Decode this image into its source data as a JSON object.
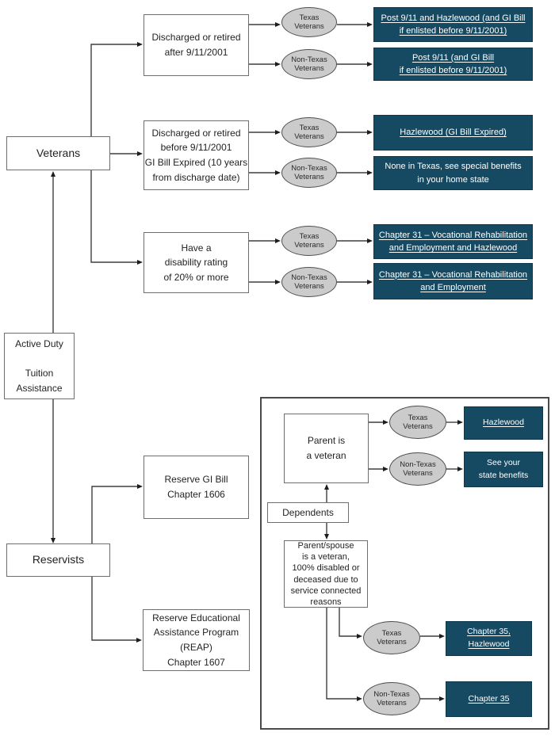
{
  "colors": {
    "navy": "#164a63",
    "oval_fill": "#cbcbcb",
    "line": "#3f3f3f"
  },
  "nodes": {
    "veterans": "Veterans",
    "active_duty": "Active Duty\n\nTuition\nAssistance",
    "reservists": "Reservists"
  },
  "conditions": {
    "after911": "Discharged or retired\nafter 9/11/2001",
    "before911": "Discharged or retired\nbefore 9/11/2001\nGI Bill Expired (10 years\nfrom discharge date)",
    "disability": "Have a\ndisability rating\nof 20% or more",
    "reserve_gi_bill": "Reserve GI Bill\nChapter 1606",
    "reap": "Reserve Educational\nAssistance Program\n(REAP)\nChapter 1607"
  },
  "ovals": {
    "texas": "Texas\nVeterans",
    "non_texas": "Non-Texas\nVeterans"
  },
  "results": {
    "post911_hazlewood": "Post 9/11 and Hazlewood (and GI Bill\nif enlisted before 9/11/2001)",
    "post911": "Post 9/11 (and GI Bill\nif enlisted before 9/11/2001)",
    "hazlewood_expired": "Hazlewood (GI Bill Expired)",
    "none_in_texas": "None in Texas, see special benefits\nin your home state",
    "ch31_hazlewood": "Chapter 31 – Vocational Rehabilitation\nand Employment and Hazlewood",
    "ch31": "Chapter 31 – Vocational Rehabilitation\nand Employment"
  },
  "dependents": {
    "parent": "Parent is\na veteran",
    "label": "Dependents",
    "parent_spouse": "Parent/spouse\nis a veteran,\n100% disabled or\ndeceased due to\nservice connected\nreasons",
    "hazlewood": "Hazlewood",
    "state_benefits": "See your\nstate benefits",
    "ch35_hazlewood": "Chapter 35,\nHazlewood",
    "ch35": "Chapter 35"
  }
}
